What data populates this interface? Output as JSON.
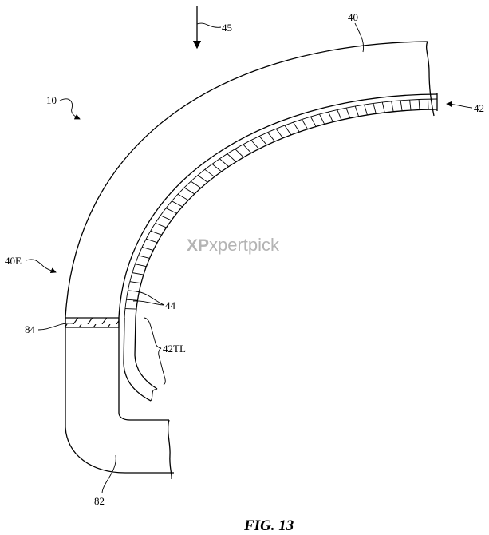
{
  "figure": {
    "caption": "FIG. 13",
    "labels": {
      "device": "10",
      "housing": "40",
      "housing_edge": "40E",
      "display": "42",
      "display_tail": "42TL",
      "pixels": "44",
      "view_direction": "45",
      "lower_housing": "82",
      "joint": "84"
    }
  },
  "watermark": {
    "logo": "XP",
    "text": "xpertpick"
  }
}
